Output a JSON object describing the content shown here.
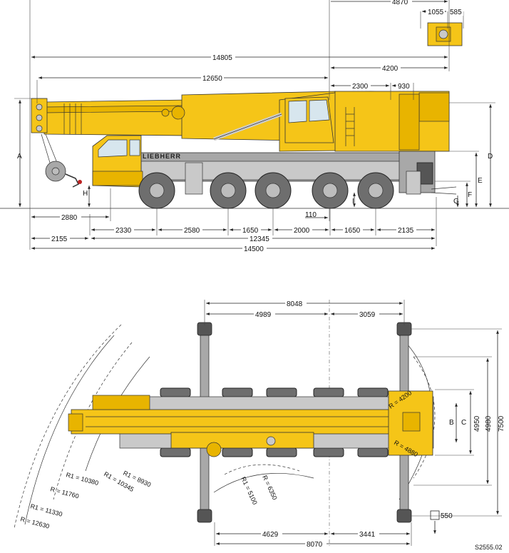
{
  "side_view": {
    "top_dims": [
      "4870",
      "1055",
      "585",
      "14805",
      "4200",
      "12650",
      "2300",
      "930"
    ],
    "height_letters": [
      "A",
      "D",
      "E",
      "F",
      "G",
      "H",
      "I"
    ],
    "bottom_dims": [
      "2880",
      "110",
      "2330",
      "2580",
      "1650",
      "2000",
      "1650",
      "2135",
      "2155",
      "12345",
      "14500"
    ],
    "brand": "LIEBHERR"
  },
  "plan_view": {
    "top_dims": [
      "8048",
      "4989",
      "3059"
    ],
    "right_dims": [
      "4950",
      "4980",
      "7500",
      "C",
      "B"
    ],
    "radii": [
      "R = 4200",
      "R = 4880",
      "R1 = 8930",
      "R1 = 10345",
      "R1 = 10380",
      "R = 11760",
      "R1 = 11330",
      "R = 12630",
      "R1 = 5100",
      "R = 6350"
    ],
    "bottom_dims": [
      "4629",
      "3441",
      "8070",
      "550"
    ],
    "drawing_code": "S2555.02"
  },
  "colors": {
    "crane_yellow": "#f5c518",
    "carrier_grey": "#a8a8a8",
    "tyre": "#6e6e6e"
  }
}
